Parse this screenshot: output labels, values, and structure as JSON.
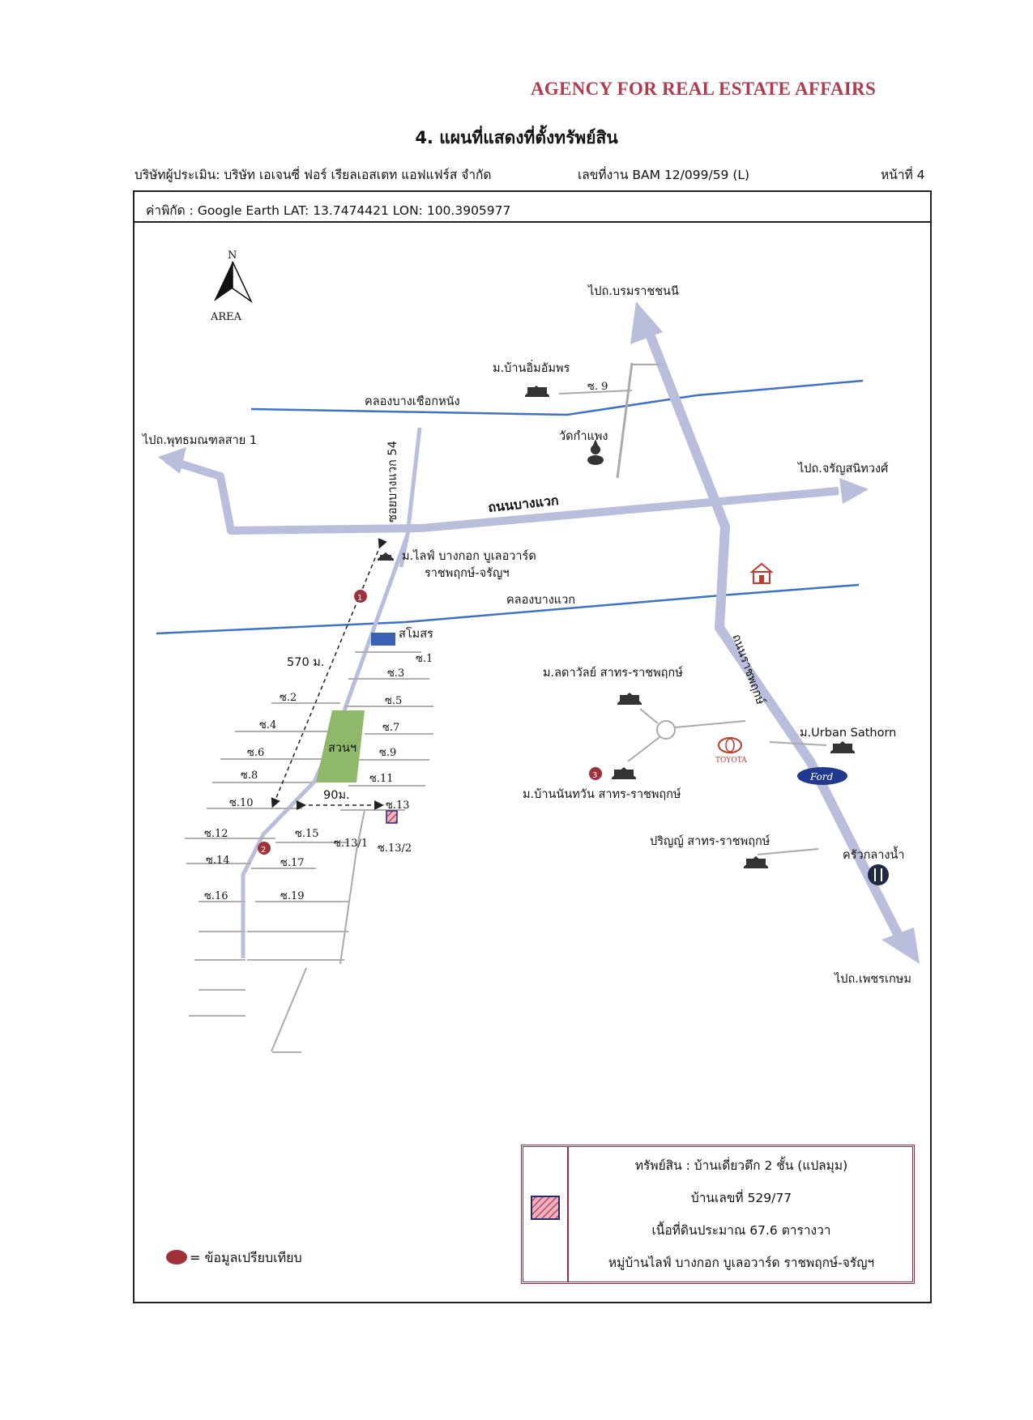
{
  "header": {
    "agency": "AGENCY FOR REAL ESTATE AFFAIRS",
    "title": "4. แผนที่แสดงที่ตั้งทรัพย์สิน",
    "appraiser": "บริษัทผู้ประเมิน: บริษัท เอเจนซี่ ฟอร์ เรียลเอสเตท แอฟแฟร์ส จำกัด",
    "job_no": "เลขที่งาน BAM 12/099/59 (L)",
    "page": "หน้าที่ 4"
  },
  "coords": "ค่าพิกัด : Google Earth    LAT:  13.7474421  LON: 100.3905977",
  "north": {
    "letter": "N",
    "label": "AREA"
  },
  "directions": {
    "north": "ไปถ.บรมราชชนนี",
    "west": "ไปถ.พุทธมณฑลสาย 1",
    "east": "ไปถ.จรัญสนิทวงศ์",
    "south": "ไปถ.เพชรเกษม"
  },
  "roads": {
    "bang_waek_road": "ถนนบางแวก",
    "soi_54": "ซอยบางแวก 54",
    "ratchaphruek": "ถนนราชพฤกษ์"
  },
  "canals": {
    "bang_chueak_nang": "คลองบางเชือกหนัง",
    "bang_waek": "คลองบางแวก"
  },
  "places": {
    "baan_im_amporn": "ม.บ้านอิ่มอัมพร",
    "soi9_top": "ซ. 9",
    "wat_kamphaeng": "วัดกำแพง",
    "life_bangkok_1": "ม.ไลฟ์ บางกอก บูเลอวาร์ด",
    "life_bangkok_2": "ราชพฤกษ์-จรัญฯ",
    "sumo": "สโมสร",
    "park": "สวนฯ",
    "ladawan": "ม.ลดาวัลย์ สาทร-ราชพฤกษ์",
    "urban_sathorn": "ม.Urban Sathorn",
    "toyota": "TOYOTA",
    "ford": "Ford",
    "baan_nanthawan": "ม.บ้านนันทวัน สาทร-ราชพฤกษ์",
    "parinya": "ปริญญ์ สาทร-ราชพฤกษ์",
    "krua_klang_nam": "ครัวกลางน้ำ"
  },
  "distances": {
    "d570": "570 ม.",
    "d90": "90ม."
  },
  "sois": {
    "s1": "ซ.1",
    "s2": "ซ.2",
    "s3": "ซ.3",
    "s4": "ซ.4",
    "s5": "ซ.5",
    "s6": "ซ.6",
    "s7": "ซ.7",
    "s8": "ซ.8",
    "s9": "ซ.9",
    "s10": "ซ.10",
    "s11": "ซ.11",
    "s12": "ซ.12",
    "s13": "ซ.13",
    "s13_1": "ซ.13/1",
    "s13_2": "ซ.13/2",
    "s14": "ซ.14",
    "s15": "ซ.15",
    "s16": "ซ.16",
    "s17": "ซ.17",
    "s19": "ซ.19"
  },
  "markers": {
    "m1": "1",
    "m2": "2",
    "m3": "3"
  },
  "legend": {
    "line1": "ทรัพย์สิน : บ้านเดี่ยวตึก 2 ชั้น (แปลมุม)",
    "line2": "บ้านเลขที่ 529/77",
    "line3": "เนื้อที่ดินประมาณ 67.6 ตารางวา",
    "line4": "หมู่บ้านไลฟ์ บางกอก บูเลอวาร์ด ราชพฤกษ์-จรัญฯ"
  },
  "comparison_legend": "= ข้อมูลเปรียบเทียบ",
  "colors": {
    "agency": "#b23a4e",
    "road": "#b8bedb",
    "canal": "#3d72c8",
    "marker": "#a0303a",
    "park": "#8fb86a",
    "legend_border": "#9b2a45"
  }
}
